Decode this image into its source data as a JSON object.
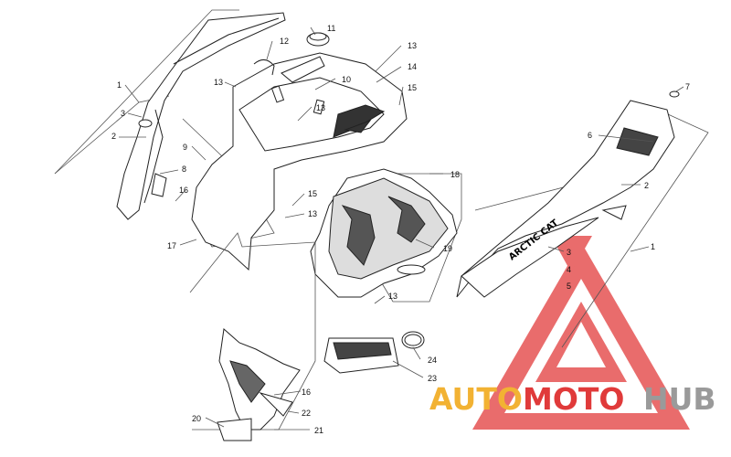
{
  "diagram": {
    "brand_decal": "ARCTIC CAT",
    "callouts": [
      {
        "id": "c1a",
        "label": "1"
      },
      {
        "id": "c3a",
        "label": "3"
      },
      {
        "id": "c2a",
        "label": "2"
      },
      {
        "id": "c8",
        "label": "8"
      },
      {
        "id": "c16a",
        "label": "16"
      },
      {
        "id": "c17",
        "label": "17"
      },
      {
        "id": "c9",
        "label": "9"
      },
      {
        "id": "c13a",
        "label": "13"
      },
      {
        "id": "c12",
        "label": "12"
      },
      {
        "id": "c11",
        "label": "11"
      },
      {
        "id": "c13b",
        "label": "13"
      },
      {
        "id": "c14",
        "label": "14"
      },
      {
        "id": "c10",
        "label": "10"
      },
      {
        "id": "c15a",
        "label": "15"
      },
      {
        "id": "c13c",
        "label": "13"
      },
      {
        "id": "c15b",
        "label": "15"
      },
      {
        "id": "c13d",
        "label": "13"
      },
      {
        "id": "c18",
        "label": "18"
      },
      {
        "id": "c19",
        "label": "19"
      },
      {
        "id": "c13e",
        "label": "13"
      },
      {
        "id": "c7",
        "label": "7"
      },
      {
        "id": "c6",
        "label": "6"
      },
      {
        "id": "c2b",
        "label": "2"
      },
      {
        "id": "c1b",
        "label": "1"
      },
      {
        "id": "c3b",
        "label": "3"
      },
      {
        "id": "c4",
        "label": "4"
      },
      {
        "id": "c5",
        "label": "5"
      },
      {
        "id": "c24",
        "label": "24"
      },
      {
        "id": "c23",
        "label": "23"
      },
      {
        "id": "c16b",
        "label": "16"
      },
      {
        "id": "c22",
        "label": "22"
      },
      {
        "id": "c20",
        "label": "20"
      },
      {
        "id": "c21",
        "label": "21"
      }
    ]
  },
  "watermark": {
    "part1": "AUTO",
    "part2": "MOTO",
    "part3": "HUB",
    "color_orange": "#f2b233",
    "color_red": "#e03a3a",
    "color_gray": "#9a9a9a"
  }
}
